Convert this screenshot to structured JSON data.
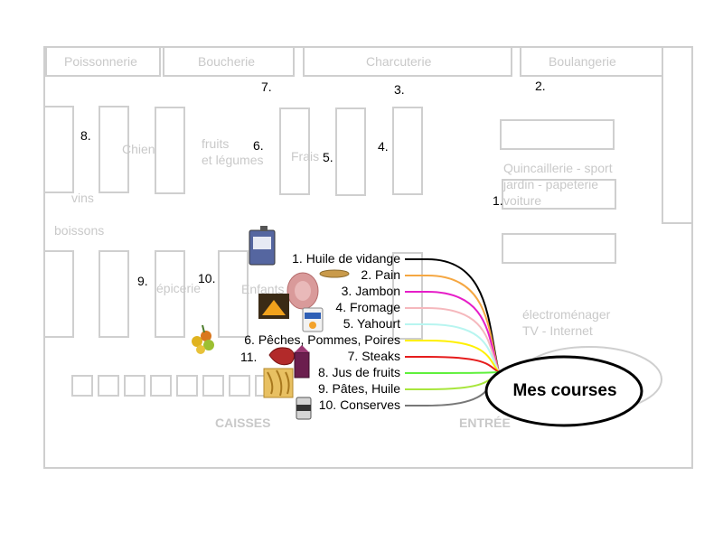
{
  "sections_top": [
    "Poissonnerie",
    "Boucherie",
    "Charcuterie",
    "Boulangerie"
  ],
  "store_labels": {
    "chien": "Chien",
    "fruits_line1": "fruits",
    "fruits_line2": "et légumes",
    "frais": "Frais",
    "vins": "vins",
    "boissons": "boissons",
    "epicerie": "épicerie",
    "enfants": "Enfants",
    "quinc_line1": "Quincaillerie - sport",
    "quinc_line2": "jardin - papeterie",
    "quinc_line3": "voiture",
    "electro_line1": "électroménager",
    "electro_line2": "TV - Internet",
    "caisses": "CAISSES",
    "entree": "ENTRÉE"
  },
  "aisle_numbers": [
    "1.",
    "2.",
    "3.",
    "4.",
    "5.",
    "6.",
    "7.",
    "8.",
    "9.",
    "10.",
    "11."
  ],
  "center": "Mes courses",
  "shopping_items": [
    {
      "label": "1. Huile de vidange",
      "color": "#000000",
      "icon": "motor-oil-can-icon"
    },
    {
      "label": "2. Pain",
      "color": "#f5a742",
      "icon": "bread-icon"
    },
    {
      "label": "3. Jambon",
      "color": "#e61ec8",
      "icon": "ham-icon"
    },
    {
      "label": "4. Fromage",
      "color": "#f5b8bd",
      "icon": "cheese-icon"
    },
    {
      "label": "5. Yahourt",
      "color": "#b8f5f0",
      "icon": "yogurt-icon"
    },
    {
      "label": "6. Pêches, Pommes, Poires",
      "color": "#fff000",
      "icon": "fruit-basket-icon"
    },
    {
      "label": "7. Steaks",
      "color": "#e61c1c",
      "icon": "steak-icon"
    },
    {
      "label": "8. Jus de fruits",
      "color": "#5ff03c",
      "icon": "juice-carton-icon"
    },
    {
      "label": "9. Pâtes, Huile",
      "color": "#a8e63c",
      "icon": "pasta-icon"
    },
    {
      "label": "10. Conserves",
      "color": "#777777",
      "icon": "can-icon"
    }
  ]
}
